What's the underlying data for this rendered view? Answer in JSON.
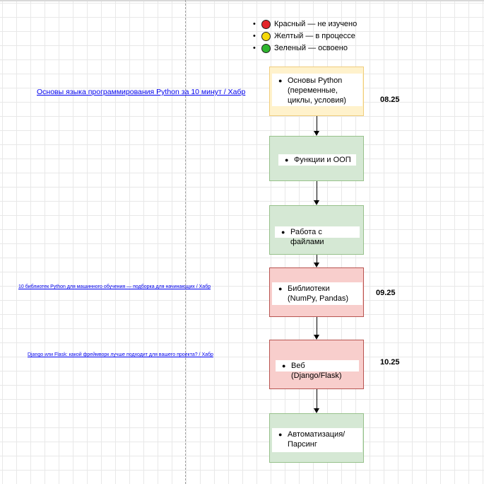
{
  "legend": [
    {
      "label": "Красный — не изучено",
      "color": "#e3262b"
    },
    {
      "label": "Желтый — в процессе",
      "color": "#f5d90a"
    },
    {
      "label": "Зеленый — освоено",
      "color": "#2fb62f"
    }
  ],
  "nodes": [
    {
      "label": "Основы Python (переменные, циклы, условия)",
      "status": "yellow"
    },
    {
      "label": "Функции и ООП",
      "status": "green"
    },
    {
      "label": "Работа с файлами",
      "status": "green"
    },
    {
      "label": "Библиотеки (NumPy, Pandas)",
      "status": "red"
    },
    {
      "label": "Веб (Django/Flask)",
      "status": "red"
    },
    {
      "label": "Автоматизация/Парсинг",
      "status": "green"
    }
  ],
  "dates": [
    "08.25",
    "09.25",
    "10.25"
  ],
  "links": [
    "Основы языка программирования Python за 10 минут / Хабр",
    "10 библиотек Python для машинного обучения — подборка для начинающих / Хабр",
    "Django или Flask: какой фреймворк лучше подходит для вашего проекта? / Хабр"
  ]
}
